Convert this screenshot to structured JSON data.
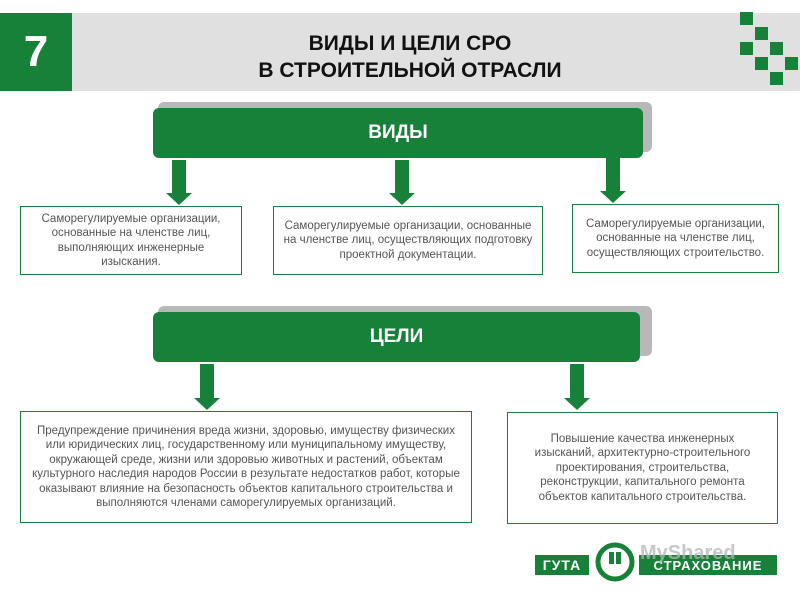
{
  "slide_number": "7",
  "title_line1": "ВИДЫ И ЦЕЛИ СРО",
  "title_line2": "В СТРОИТЕЛЬНОЙ ОТРАСЛИ",
  "types": {
    "label": "ВИДЫ",
    "items": [
      "Саморегулируемые организации, основанные на членстве лиц, выполняющих инженерные изыскания.",
      "Саморегулируемые организации, основанные на членстве лиц, осуществляющих подготовку проектной документации.",
      "Саморегулируемые организации, основанные на членстве лиц, осуществляющих строительство."
    ]
  },
  "goals": {
    "label": "ЦЕЛИ",
    "items": [
      "Предупреждение причинения вреда жизни, здоровью, имуществу физических или юридических лиц, государственному или муниципальному имуществу, окружающей среде, жизни или здоровью животных и растений, объектам культурного наследия народов России в результате недостатков работ, которые оказывают влияние на безопасность объектов капитального строительства и выполняются членами саморегулируемых организаций.",
      "Повышение качества инженерных изысканий, архитектурно-строительного проектирования, строительства, реконструкции, капитального ремонта объектов капитального строительства."
    ]
  },
  "logo": {
    "left_text": "ГУТА",
    "right_text": "СТРАХОВАНИЕ"
  },
  "watermark": "MyShared",
  "colors": {
    "brand_green": "#17813a",
    "header_gray": "#e0e0e0"
  }
}
